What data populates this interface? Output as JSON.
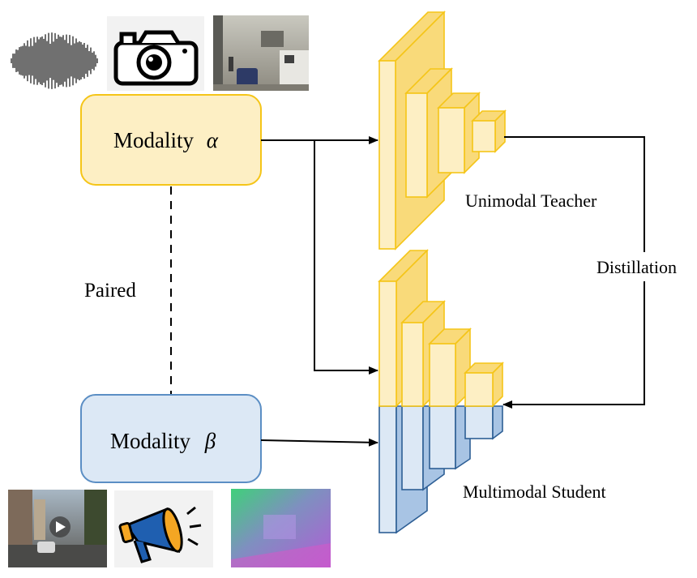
{
  "modalities": {
    "alpha": {
      "label": "Modality",
      "symbol": "α"
    },
    "beta": {
      "label": "Modality",
      "symbol": "β"
    }
  },
  "labels": {
    "paired": "Paired",
    "teacher": "Unimodal Teacher",
    "student": "Multimodal Student",
    "distillation": "Distillation"
  },
  "colors": {
    "alpha_fill": "#fdefc4",
    "alpha_stroke": "#f5c518",
    "beta_fill": "#dce8f5",
    "beta_stroke": "#5b8ec4",
    "teacher_front": "#fbe39a",
    "teacher_side": "#f7d160"
  },
  "icons": {
    "alpha_row": [
      "audio-waveform-icon",
      "camera-icon",
      "room-photo-icon"
    ],
    "beta_row": [
      "street-video-icon",
      "megaphone-icon",
      "depth-map-icon"
    ]
  }
}
